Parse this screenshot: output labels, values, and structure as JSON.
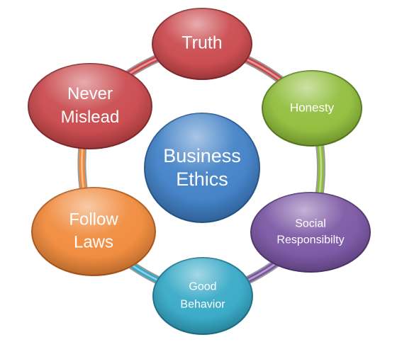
{
  "diagram": {
    "center": {
      "lines": [
        "Business",
        "Ethics"
      ],
      "color": "#3f7fc6"
    },
    "nodes": [
      {
        "id": "truth",
        "lines": [
          "Truth"
        ],
        "color": "#c9474b"
      },
      {
        "id": "honesty",
        "lines": [
          "Honesty"
        ],
        "color": "#8fbd3a"
      },
      {
        "id": "social",
        "lines": [
          "Social",
          "Responsibilty"
        ],
        "color": "#7a55a3"
      },
      {
        "id": "good-behavior",
        "lines": [
          "Good",
          "Behavior"
        ],
        "color": "#34a8c6"
      },
      {
        "id": "follow-laws",
        "lines": [
          "Follow",
          "Laws"
        ],
        "color": "#f0893a"
      },
      {
        "id": "never-mislead",
        "lines": [
          "Never",
          "Mislead"
        ],
        "color": "#c9474b"
      }
    ]
  }
}
